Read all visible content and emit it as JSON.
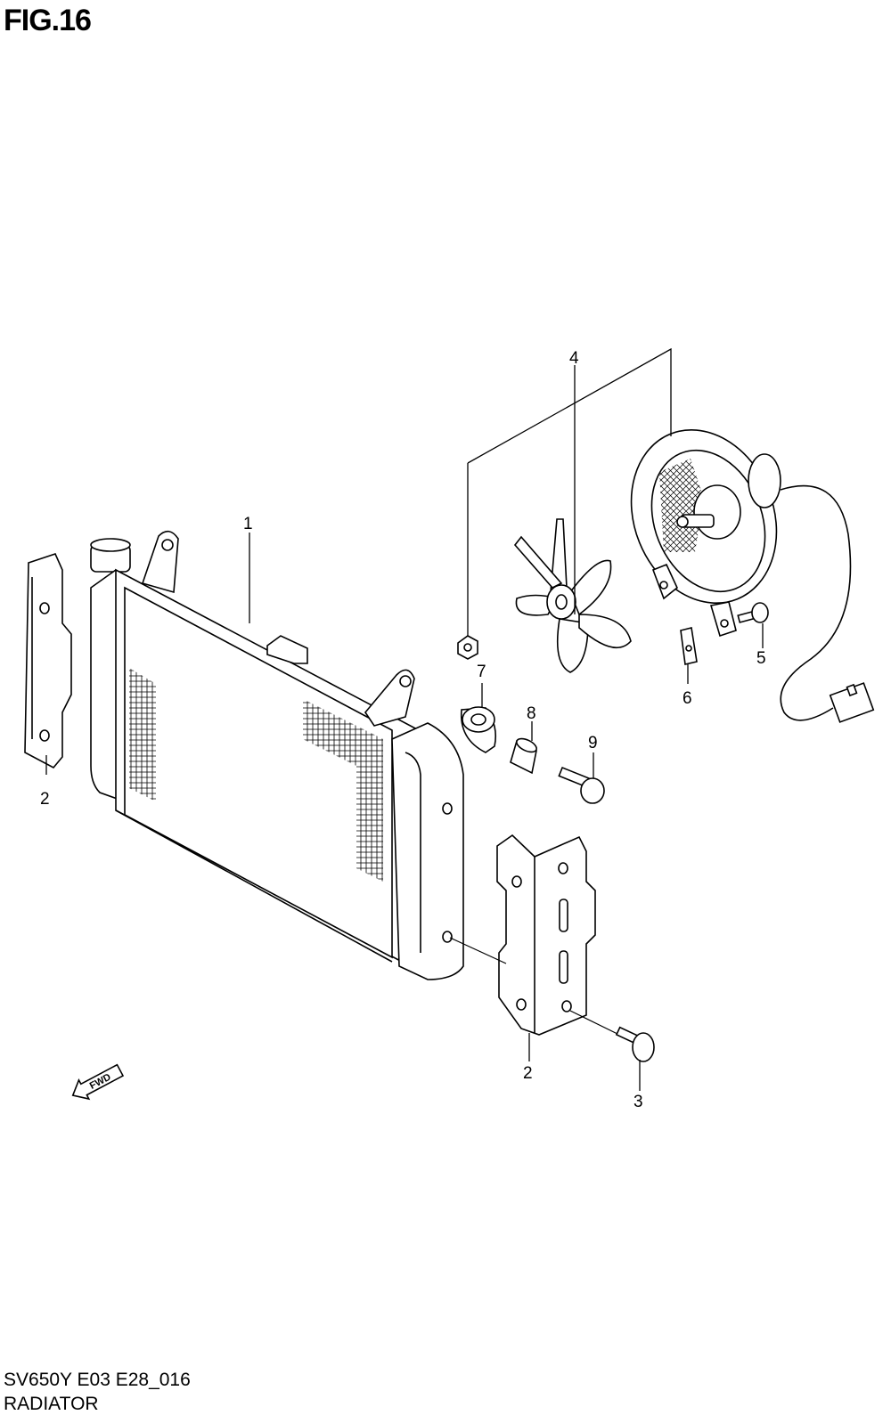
{
  "figure": {
    "title": "FIG.16",
    "model_code": "SV650Y E03 E28_016",
    "section_name": "RADIATOR"
  },
  "callouts": [
    {
      "id": "radiator",
      "number": "1"
    },
    {
      "id": "bracket-left",
      "number": "2"
    },
    {
      "id": "bracket-right",
      "number": "2"
    },
    {
      "id": "bolt-bracket",
      "number": "3"
    },
    {
      "id": "fan-assembly",
      "number": "4"
    },
    {
      "id": "bolt-fan",
      "number": "5"
    },
    {
      "id": "clip-nut",
      "number": "6"
    },
    {
      "id": "grommet",
      "number": "7"
    },
    {
      "id": "collar",
      "number": "8"
    },
    {
      "id": "bolt-collar",
      "number": "9"
    }
  ],
  "direction_marker": {
    "label": "FWD"
  }
}
